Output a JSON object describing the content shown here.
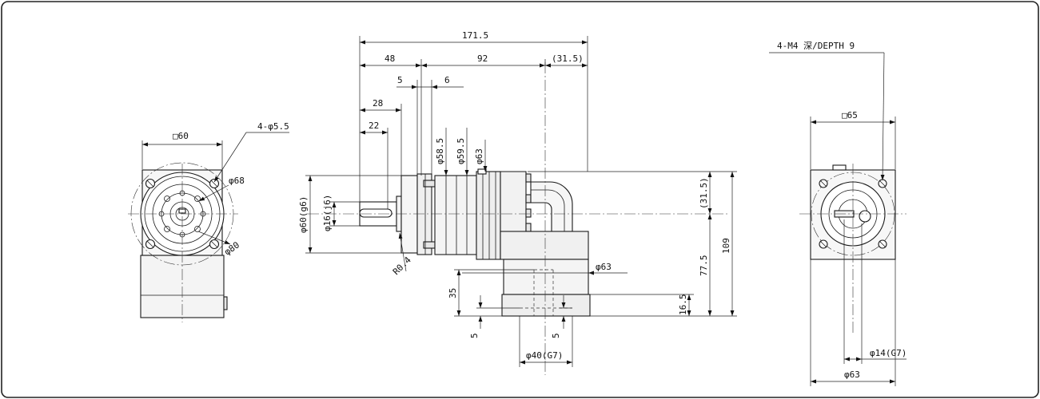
{
  "colors": {
    "line": "#1a1a1a",
    "body_fill": "#f2f2f2",
    "motor_fill": "#e8e8e8",
    "background": "#ffffff"
  },
  "front_view": {
    "square": "□60",
    "holes": "4-φ5.5",
    "pcd": "φ68",
    "outer_dia": "φ80"
  },
  "side_view": {
    "overall_length": "171.5",
    "len_48": "48",
    "len_92": "92",
    "len_31_5_top": "(31.5)",
    "len_5": "5",
    "len_6": "6",
    "len_28": "28",
    "len_22": "22",
    "dia_58_5": "φ58.5",
    "dia_59_5": "φ59.5",
    "dia_63_top": "φ63",
    "dia_60": "φ60(g6)",
    "dia_16": "φ16(j6)",
    "radius": "R0.4",
    "dia_63_motor": "φ63",
    "len_31_5_right": "(31.5)",
    "len_77_5": "77.5",
    "len_109": "109",
    "len_35": "35",
    "len_16_5": "16.5",
    "len_5_left": "5",
    "len_5_right": "5",
    "dia_40": "φ40(G7)"
  },
  "motor_view": {
    "tap": "4-M4 深/DEPTH 9",
    "square": "□65",
    "dia_14": "φ14(G7)",
    "dia_63": "φ63"
  }
}
